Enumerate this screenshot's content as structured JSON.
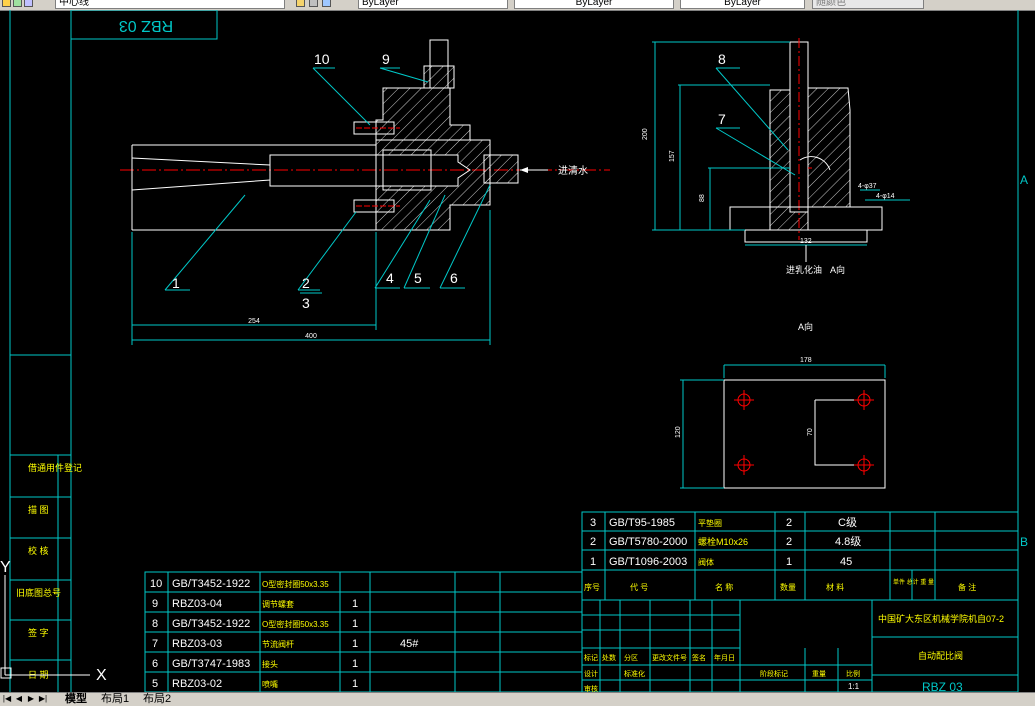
{
  "toolbar": {
    "linetype_value": "中心线",
    "layer_color_value": "ByLayer",
    "linetype_combo_value": "ByLayer",
    "lineweight_combo_value": "ByLayer",
    "plotstyle_value": "随颜色"
  },
  "title_label": "RBZ 03",
  "drawing_number": "RBZ 03",
  "flow_label": "进清水",
  "flow_label2": "进乳化油",
  "view_ref": "A向",
  "view_title": "A向",
  "section_right": "A",
  "balloons_left": [
    "1",
    "2",
    "3",
    "4",
    "5",
    "6",
    "9",
    "10"
  ],
  "balloons_right": [
    "7",
    "8"
  ],
  "dims_left": [
    "254",
    "400"
  ],
  "dims_right": [
    "200",
    "157",
    "88",
    "132",
    "4-φ37",
    "4-φ14"
  ],
  "dims_plate": [
    "178",
    "120",
    "70"
  ],
  "border_letters": [
    "A",
    "B"
  ],
  "left_strip_labels": [
    "借通用件登记",
    "描 图",
    "校 核",
    "旧底图总号",
    "签 字",
    "日 期"
  ],
  "bom_left": [
    [
      "10",
      "GB/T3452-1922",
      "O型密封圈50x3.35",
      "",
      ""
    ],
    [
      "9",
      "RBZ03-04",
      "调节螺套",
      "1",
      ""
    ],
    [
      "8",
      "GB/T3452-1922",
      "O型密封圈50x3.35",
      "1",
      ""
    ],
    [
      "7",
      "RBZ03-03",
      "节流阀杆",
      "1",
      "45#"
    ],
    [
      "6",
      "GB/T3747-1983",
      "接头",
      "1",
      ""
    ],
    [
      "5",
      "RBZ03-02",
      "喷嘴",
      "1",
      ""
    ]
  ],
  "bom_right": [
    [
      "3",
      "GB/T95-1985",
      "平垫圈",
      "2",
      "C级"
    ],
    [
      "2",
      "GB/T5780-2000",
      "螺栓M10x26",
      "2",
      "4.8级"
    ],
    [
      "1",
      "GB/T1096-2003",
      "阀体",
      "1",
      "45"
    ]
  ],
  "bom_header": [
    "序号",
    "代 号",
    "名 称",
    "数量",
    "材 料",
    "单件 总计 重 量",
    "备 注"
  ],
  "title_block": {
    "company": "中国矿大东区机械学院机自07-2",
    "drawing_name": "自动配比阀",
    "scale": "1:1",
    "headers": [
      "标记",
      "处数",
      "分区",
      "更改文件号",
      "签名",
      "年月日",
      "设计",
      "标准化",
      "阶段标记",
      "重量",
      "比例",
      "审核"
    ]
  },
  "ucs": {
    "x_label": "X",
    "y_label": "Y"
  },
  "tabs": {
    "model": "模型",
    "layout1": "布局1",
    "layout2": "布局2"
  },
  "colors": {
    "cyan": "#00c8c8",
    "white": "#ffffff",
    "yellow": "#ffff00",
    "red": "#ff0000",
    "green": "#00ff00"
  }
}
